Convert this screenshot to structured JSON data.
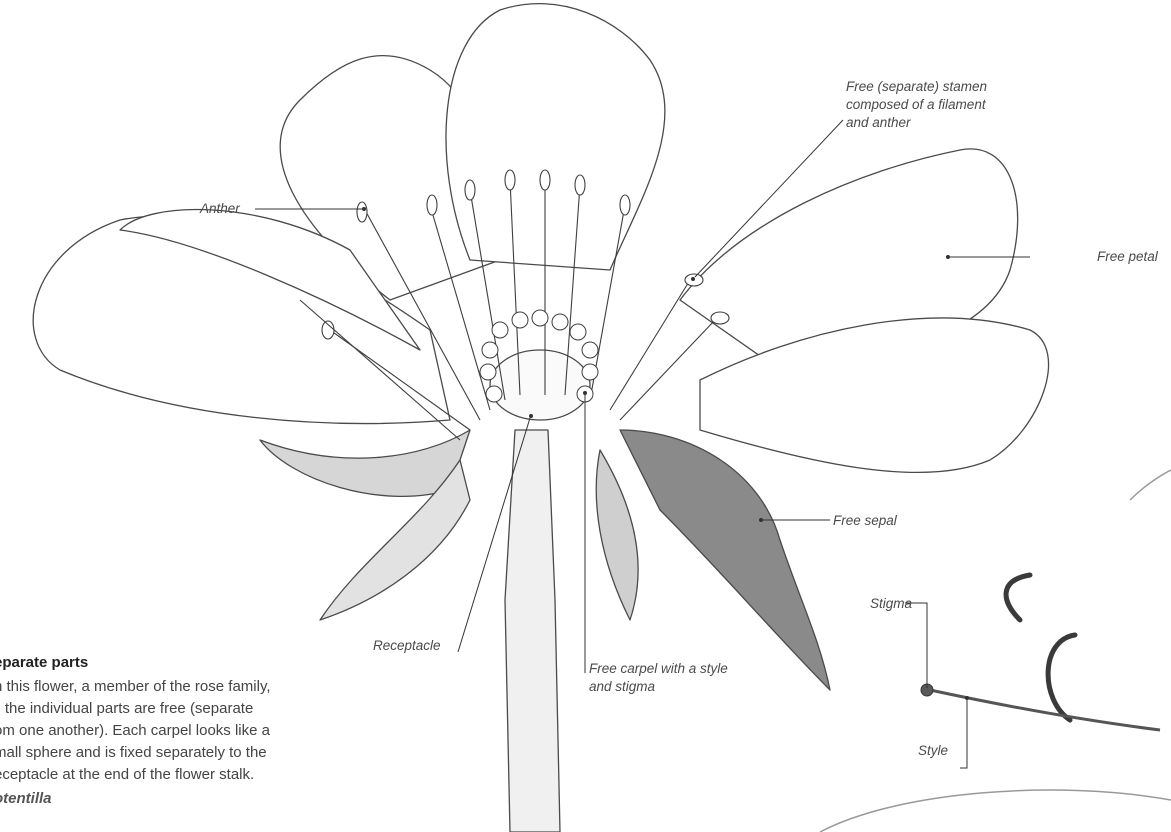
{
  "labels": {
    "anther": "Anther",
    "free_stamen_line1": "Free (separate) stamen",
    "free_stamen_line2": "composed of a filament",
    "free_stamen_line3": "and anther",
    "free_petal": "Free petal",
    "free_sepal": "Free sepal",
    "receptacle": "Receptacle",
    "free_carpel_line1": "Free carpel with a style",
    "free_carpel_line2": "and stigma",
    "stigma": "Stigma",
    "style": "Style"
  },
  "caption": {
    "heading": "eparate parts",
    "body_lines": [
      "n this flower, a member of the rose family,",
      "ll the individual parts are free (separate",
      "om one another). Each carpel looks like a",
      "mall sphere and is fixed separately to the",
      "eceptacle at the end of the flower stalk."
    ],
    "species": "otentilla"
  },
  "colors": {
    "ink": "#3a3a3a",
    "line": "#333333",
    "paper": "#ffffff"
  }
}
